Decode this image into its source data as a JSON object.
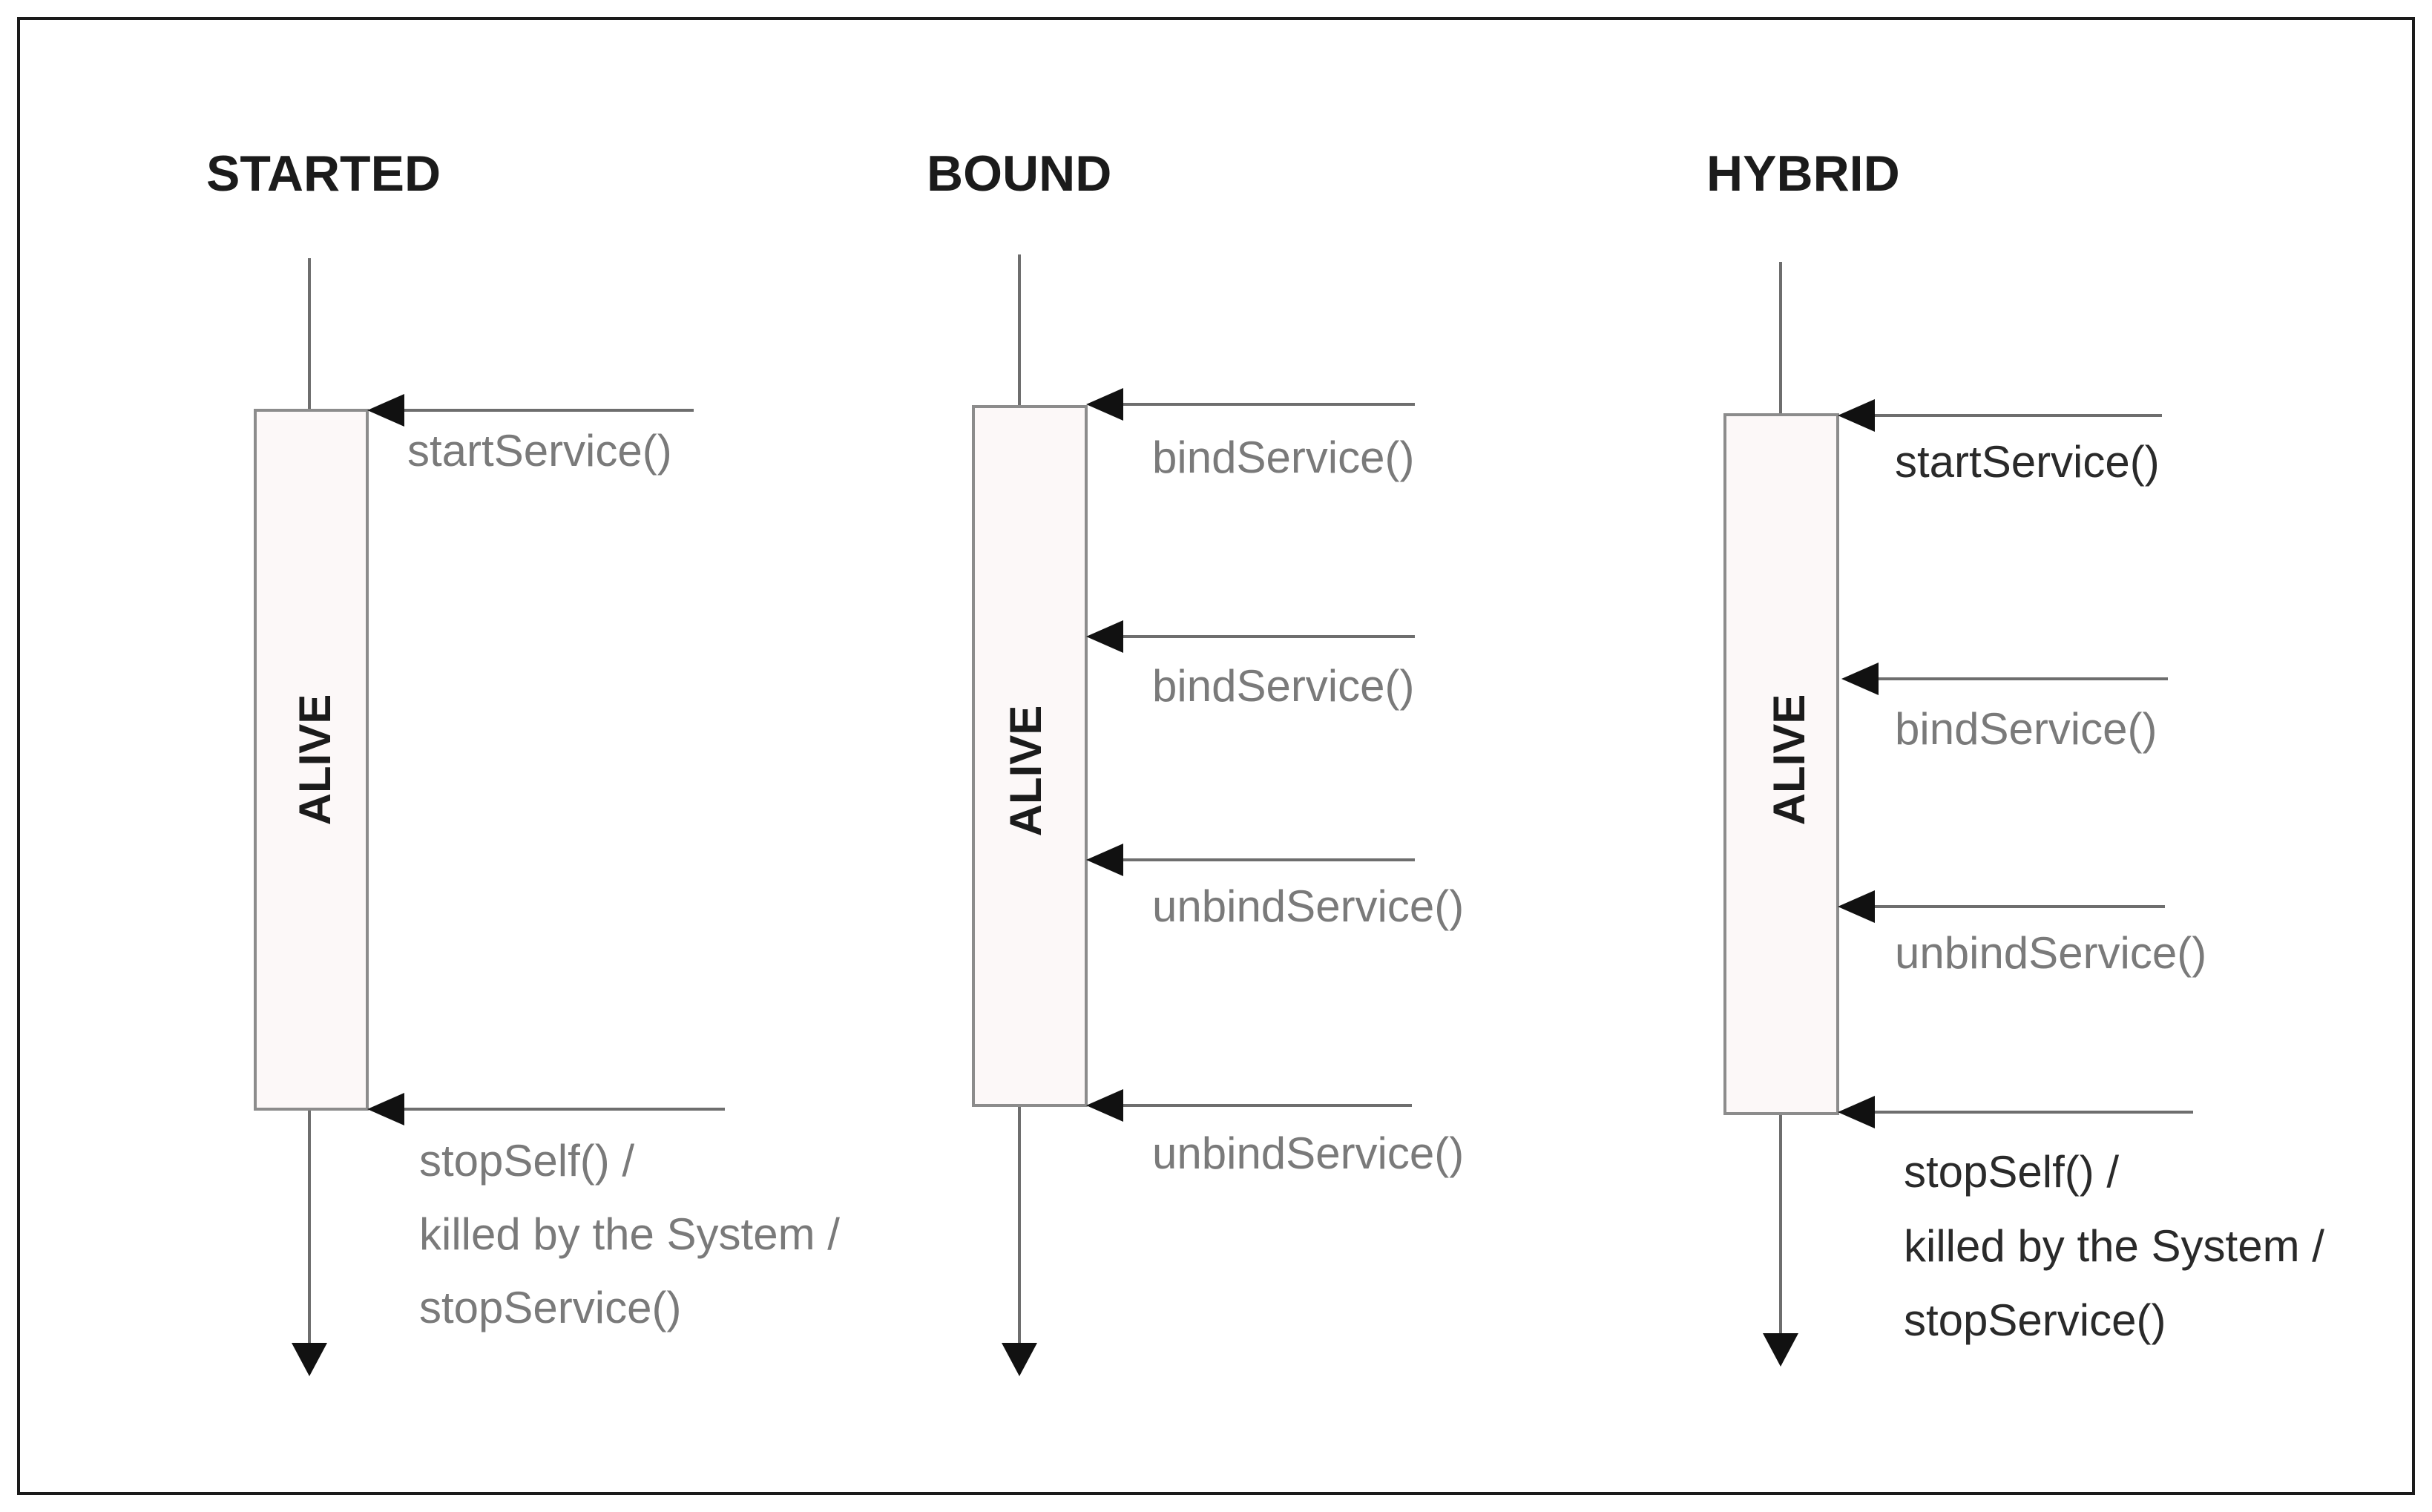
{
  "columns": [
    {
      "title": "STARTED",
      "alive_label": "ALIVE",
      "events": [
        {
          "lines": [
            "startService()"
          ],
          "tone": "muted"
        },
        {
          "lines": [
            "stopSelf() /",
            "killed by the System /",
            "stopService()"
          ],
          "tone": "muted"
        }
      ]
    },
    {
      "title": "BOUND",
      "alive_label": "ALIVE",
      "events": [
        {
          "lines": [
            "bindService()"
          ],
          "tone": "muted"
        },
        {
          "lines": [
            "bindService()"
          ],
          "tone": "muted"
        },
        {
          "lines": [
            "unbindService()"
          ],
          "tone": "muted"
        },
        {
          "lines": [
            "unbindService()"
          ],
          "tone": "muted"
        }
      ]
    },
    {
      "title": "HYBRID",
      "alive_label": "ALIVE",
      "events": [
        {
          "lines": [
            "startService()"
          ],
          "tone": "dark"
        },
        {
          "lines": [
            "bindService()"
          ],
          "tone": "muted"
        },
        {
          "lines": [
            "unbindService()"
          ],
          "tone": "muted"
        },
        {
          "lines": [
            "stopSelf() /",
            "killed by the System /",
            "stopService()"
          ],
          "tone": "dark"
        }
      ]
    }
  ]
}
